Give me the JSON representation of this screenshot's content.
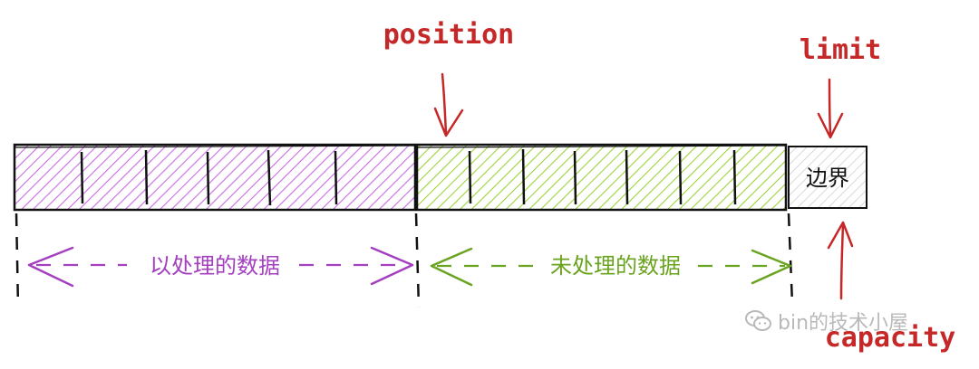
{
  "labels": {
    "position": "position",
    "limit": "limit",
    "capacity": "capacity",
    "boundary": "边界",
    "processed": "以处理的数据",
    "unprocessed": "未处理的数据"
  },
  "watermark": {
    "text": "bin的技术小屋",
    "icon": "wechat-icon"
  },
  "colors": {
    "pointer": "#c62828",
    "processed": "#a43fc0",
    "unprocessed": "#6aa31f",
    "processed_fill": "#c96be5",
    "unprocessed_fill": "#9bd43c",
    "boundary_fill": "#e9e9e9",
    "outline": "#111111"
  }
}
